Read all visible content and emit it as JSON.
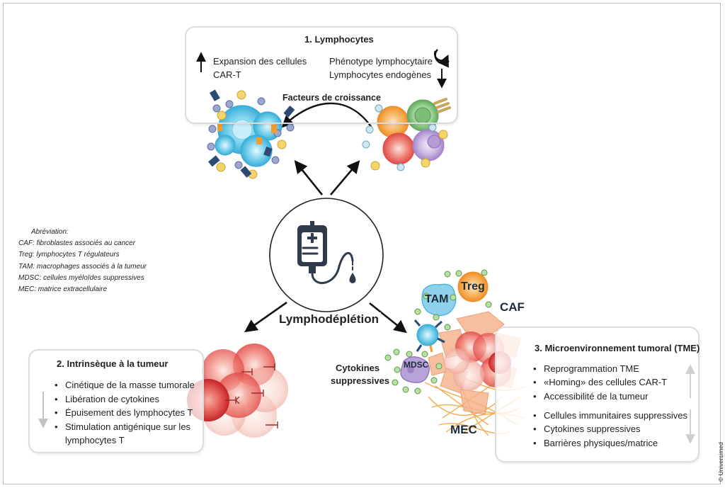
{
  "section1": {
    "title": "1. Lymphocytes",
    "left_line1": "Expansion des cellules",
    "left_line2": "CAR-T",
    "right_line1": "Phénotype lymphocytaire",
    "right_line2": "Lymphocytes endogènes",
    "growth_label": "Facteurs de croissance"
  },
  "section2": {
    "title": "2. Intrinsèque à la tumeur",
    "items": [
      "Cinétique de la masse tumorale",
      "Libération de cytokines",
      "Épuisement des lymphocytes T",
      "Stimulation antigénique sur les",
      "lymphocytes T"
    ]
  },
  "section3": {
    "title": "3. Microenvironnement tumoral (TME)",
    "items_up": [
      "Reprogrammation TME",
      "«Homing» des cellules CAR-T",
      "Accessibilité de la tumeur"
    ],
    "items_down": [
      "Cellules immunitaires suppressives",
      "Cytokines suppressives",
      "Barrières physiques/matrice"
    ]
  },
  "center_label": "Lymphodéplétion",
  "cell_labels": {
    "tam": "TAM",
    "treg": "Treg",
    "caf": "CAF",
    "mdsc": "MDSC",
    "mec": "MEC",
    "cytokines_line1": "Cytokines",
    "cytokines_line2": "suppressives"
  },
  "abbreviations": {
    "heading": "Abréviation:",
    "lines": [
      "CAF: fibroblastes associés au cancer",
      "Treg: lymphocytes T régulateurs",
      "TAM: macrophages associés à la tumeur",
      "MDSC: cellules myéloïdes suppressives",
      "MEC: matrice extracellulaire"
    ]
  },
  "credit": "© Universimed",
  "colors": {
    "car_t_cell": "#5bc8e8",
    "tumor_cell": "#e8484a",
    "orange_cell": "#f4a23a",
    "green_cell": "#6db56d",
    "purple_cell": "#b79bd1",
    "yellow_dot": "#f3d56b",
    "blue_dot": "#9aa7cf",
    "green_dot": "#b7e0a2",
    "matrix_fiber": "#f1a53b"
  }
}
